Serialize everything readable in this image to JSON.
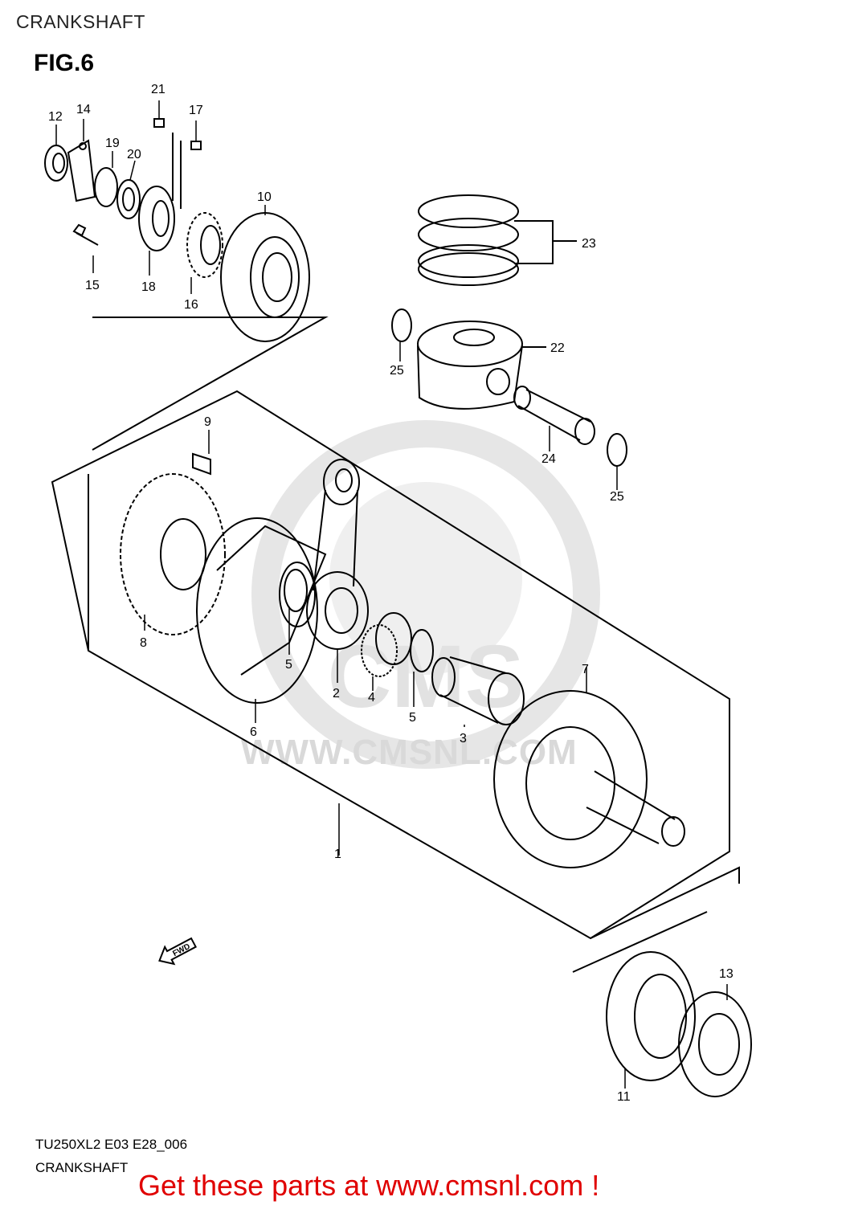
{
  "header": {
    "title": "CRANKSHAFT",
    "figure": "FIG.6"
  },
  "watermark": {
    "text": "WWW.CMSNL.COM",
    "logo": "cms-watermark-logo"
  },
  "callouts": {
    "c1": "1",
    "c2": "2",
    "c3": "3",
    "c4": "4",
    "c5a": "5",
    "c5b": "5",
    "c6": "6",
    "c7": "7",
    "c8": "8",
    "c9": "9",
    "c10": "10",
    "c11": "11",
    "c12": "12",
    "c13": "13",
    "c14": "14",
    "c15": "15",
    "c16": "16",
    "c17": "17",
    "c18": "18",
    "c19": "19",
    "c20": "20",
    "c21": "21",
    "c22": "22",
    "c23": "23",
    "c24": "24",
    "c25a": "25",
    "c25b": "25"
  },
  "fwd": {
    "label": "FWD",
    "icon": "forward-arrow-icon"
  },
  "footer": {
    "code": "TU250XL2 E03 E28_006",
    "name": "CRANKSHAFT",
    "cta": "Get these parts at www.cmsnl.com !",
    "cta_color": "#e00000"
  }
}
